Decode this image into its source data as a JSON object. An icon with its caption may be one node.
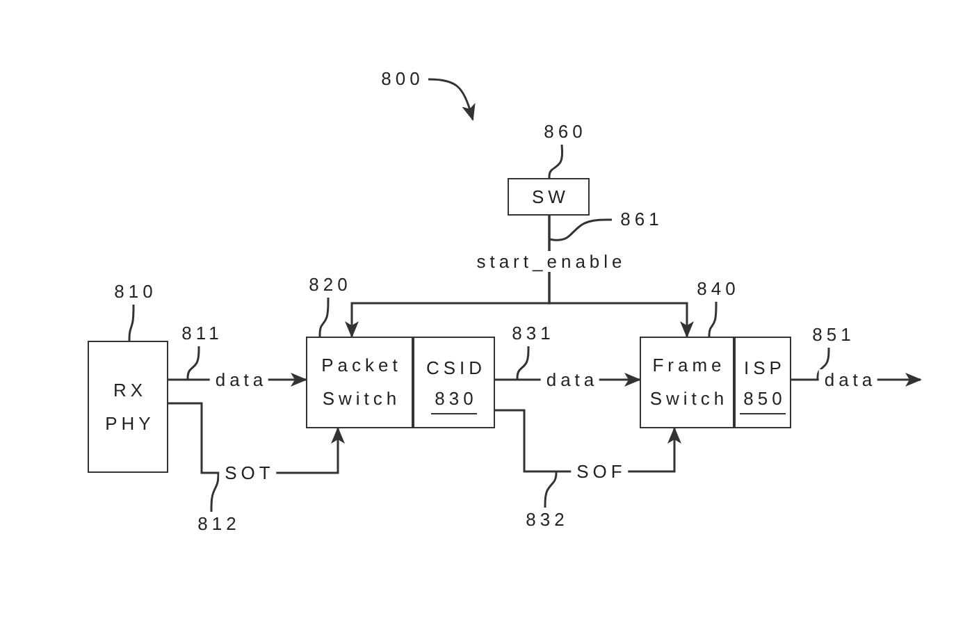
{
  "diagram": {
    "nodes": [
      {
        "text": [
          "800"
        ]
      },
      {
        "text": [
          "SW"
        ]
      },
      {
        "text": [
          "860"
        ]
      },
      {
        "text": [
          "RX PHY"
        ]
      },
      {
        "text": [
          "810"
        ]
      },
      {
        "text": [
          "Packet Switch"
        ]
      },
      {
        "text": [
          "CSID",
          "830"
        ]
      },
      {
        "text": [
          "820"
        ]
      },
      {
        "text": [
          "Frame Switch"
        ]
      },
      {
        "text": [
          "ISP",
          "850"
        ]
      },
      {
        "text": [
          "840"
        ]
      },
      {
        "text": [
          "861"
        ]
      },
      {
        "text": [
          "811"
        ]
      },
      {
        "text": [
          "812"
        ]
      },
      {
        "text": [
          "831"
        ]
      },
      {
        "text": [
          "832"
        ]
      },
      {
        "text": [
          "851"
        ]
      }
    ],
    "edges": [
      {
        "from": 0,
        "to": null,
        "arrow": "to"
      },
      {
        "from": 2,
        "to": 1,
        "arrow": "none"
      },
      {
        "from": 1,
        "to": 5,
        "arrow": "to",
        "label": "start_enable"
      },
      {
        "from": 1,
        "to": 8,
        "arrow": "to"
      },
      {
        "from": 11,
        "to": null,
        "arrow": "none"
      },
      {
        "from": 4,
        "to": 3,
        "arrow": "none"
      },
      {
        "from": 3,
        "to": 5,
        "arrow": "to",
        "label": "data"
      },
      {
        "from": 3,
        "to": 5,
        "arrow": "to",
        "label": "SOT"
      },
      {
        "from": 7,
        "to": 5,
        "arrow": "none"
      },
      {
        "from": 12,
        "to": null,
        "arrow": "none"
      },
      {
        "from": 13,
        "to": null,
        "arrow": "none"
      },
      {
        "from": 6,
        "to": 8,
        "arrow": "to",
        "label": "data"
      },
      {
        "from": 6,
        "to": 8,
        "arrow": "to",
        "label": "SOF"
      },
      {
        "from": 14,
        "to": null,
        "arrow": "none"
      },
      {
        "from": 15,
        "to": null,
        "arrow": "none"
      },
      {
        "from": 10,
        "to": 8,
        "arrow": "none"
      },
      {
        "from": 9,
        "to": null,
        "arrow": "to",
        "label": "data"
      },
      {
        "from": 16,
        "to": null,
        "arrow": "none"
      }
    ]
  }
}
